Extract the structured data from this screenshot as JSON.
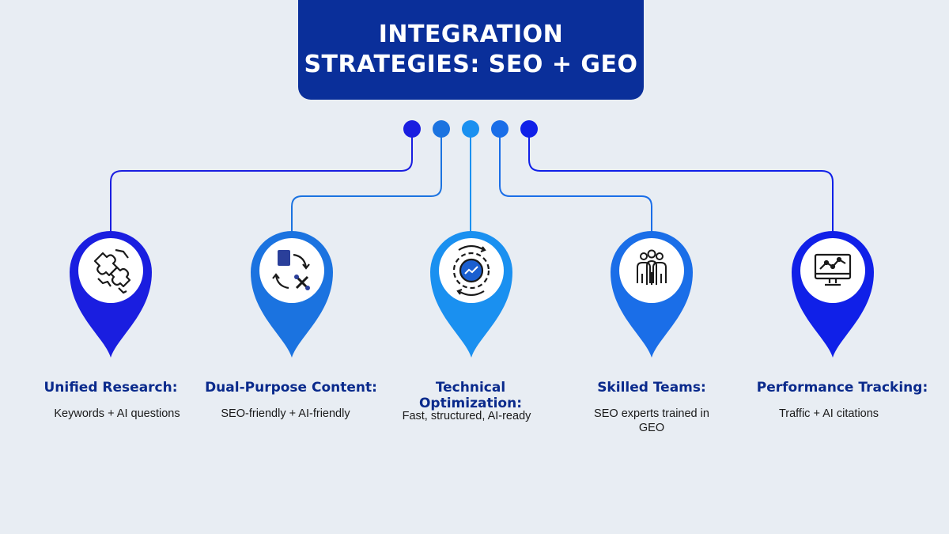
{
  "title": {
    "line1": "INTEGRATION",
    "line2": "STRATEGIES: SEO + GEO"
  },
  "strategies": [
    {
      "label": "Unified Research:",
      "description": "Keywords + AI questions",
      "icon": "puzzle-icon",
      "color": "#1a1ee0"
    },
    {
      "label": "Dual-Purpose Content:",
      "description": "SEO-friendly + AI-friendly",
      "icon": "content-cycle-icon",
      "color": "#1b73e0"
    },
    {
      "label": "Technical Optimization:",
      "description": "Fast, structured, AI-ready",
      "icon": "gear-chart-icon",
      "color": "#1a90f0"
    },
    {
      "label": "Skilled Teams:",
      "description": "SEO experts trained in GEO",
      "icon": "team-icon",
      "color": "#1a6ee8"
    },
    {
      "label": "Performance Tracking:",
      "description": "Traffic + AI citations",
      "icon": "monitor-chart-icon",
      "color": "#1020e8"
    }
  ]
}
